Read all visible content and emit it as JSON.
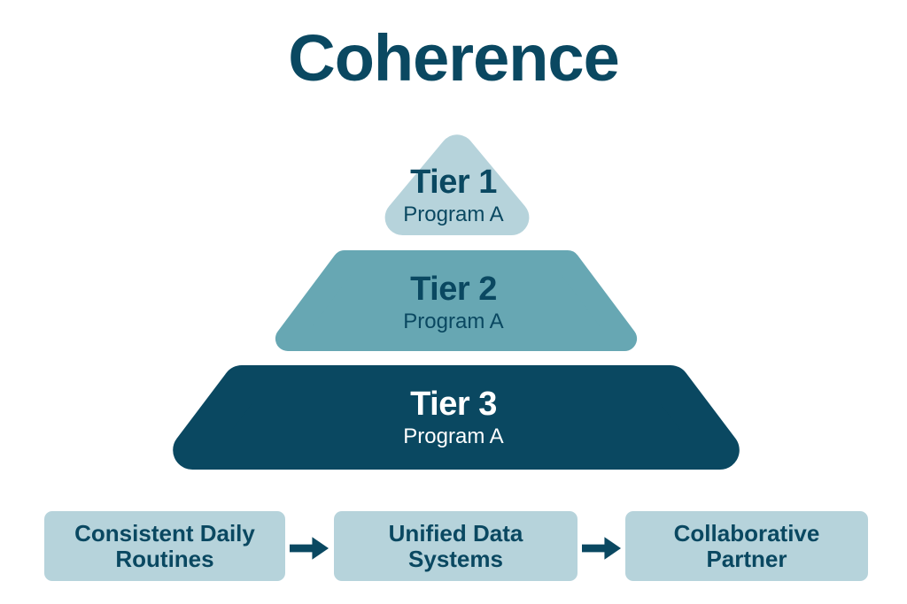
{
  "title": "Coherence",
  "colors": {
    "dark_teal": "#0a4861",
    "mid_teal": "#67a7b3",
    "light_blue": "#b6d3db",
    "background": "#ffffff",
    "tier3_text": "#ffffff"
  },
  "pyramid": {
    "tiers": [
      {
        "name": "Tier 1",
        "program": "Program A",
        "fill": "#b6d3db",
        "text_color": "#0a4861"
      },
      {
        "name": "Tier 2",
        "program": "Program A",
        "fill": "#67a7b3",
        "text_color": "#0a4861"
      },
      {
        "name": "Tier 3",
        "program": "Program A",
        "fill": "#0a4861",
        "text_color": "#ffffff"
      }
    ]
  },
  "flow": {
    "boxes": [
      {
        "line1": "Consistent Daily",
        "line2": "Routines"
      },
      {
        "line1": "Unified Data",
        "line2": "Systems"
      },
      {
        "line1": "Collaborative",
        "line2": "Partner"
      }
    ],
    "arrow_icon_name": "arrow-right"
  }
}
